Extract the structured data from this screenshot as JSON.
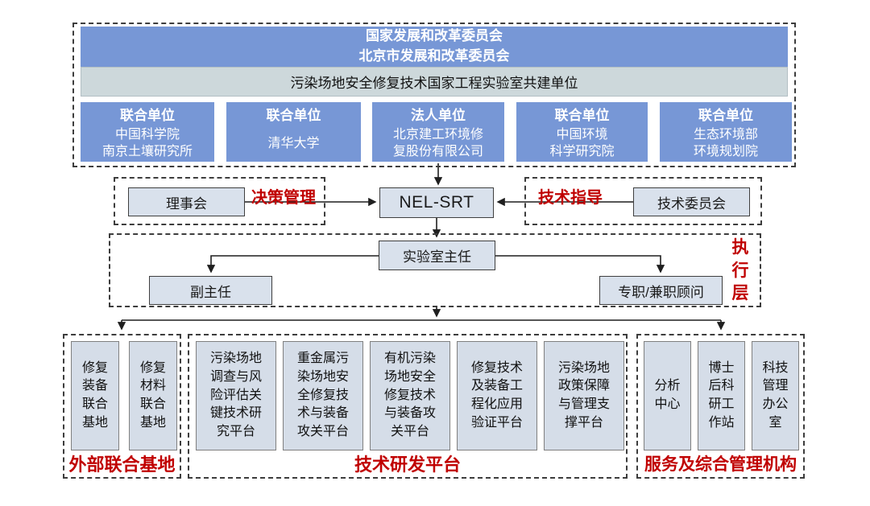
{
  "colors": {
    "header_blue": "#7797d6",
    "subtitle_strip": "#cdd8db",
    "node_fill": "#d9e1ec",
    "platform_fill": "#d5dde8",
    "accent_red": "#c00000",
    "line_black": "#1f1f1f"
  },
  "top_section": {
    "header": "国家发展和改革委员会\n北京市发展和改革委员会",
    "subheader": "污染场地安全修复技术国家工程实验室共建单位",
    "units": [
      {
        "role": "联合单位",
        "name": "中国科学院\n南京土壤研究所"
      },
      {
        "role": "联合单位",
        "name": "清华大学"
      },
      {
        "role": "法人单位",
        "name": "北京建工环境修\n复股份有限公司"
      },
      {
        "role": "联合单位",
        "name": "中国环境\n科学研究院"
      },
      {
        "role": "联合单位",
        "name": "生态环境部\n环境规划院"
      }
    ]
  },
  "decision_layer": {
    "council": "理事会",
    "decision_label": "决策管理",
    "center_unit": "NEL-SRT",
    "guidance_label": "技术指导",
    "committee": "技术委员会"
  },
  "executive_layer": {
    "director": "实验室主任",
    "deputy_director": "副主任",
    "advisors": "专职/兼职顾问",
    "layer_label": "执\n行\n层"
  },
  "bottom_groups": [
    {
      "label": "外部联合基地",
      "boxes": [
        "修复\n装备\n联合\n基地",
        "修复\n材料\n联合\n基地"
      ]
    },
    {
      "label": "技术研发平台",
      "boxes": [
        "污染场地\n调查与风\n险评估关\n键技术研\n究平台",
        "重金属污\n染场地安\n全修复技\n术与装备\n攻关平台",
        "有机污染\n场地安全\n修复技术\n与装备攻\n关平台",
        "修复技术\n及装备工\n程化应用\n验证平台",
        "污染场地\n政策保障\n与管理支\n撑平台"
      ]
    },
    {
      "label": "服务及综合管理机构",
      "boxes": [
        "分析\n中心",
        "博士\n后科\n研工\n作站",
        "科技\n管理\n办公\n室"
      ]
    }
  ]
}
